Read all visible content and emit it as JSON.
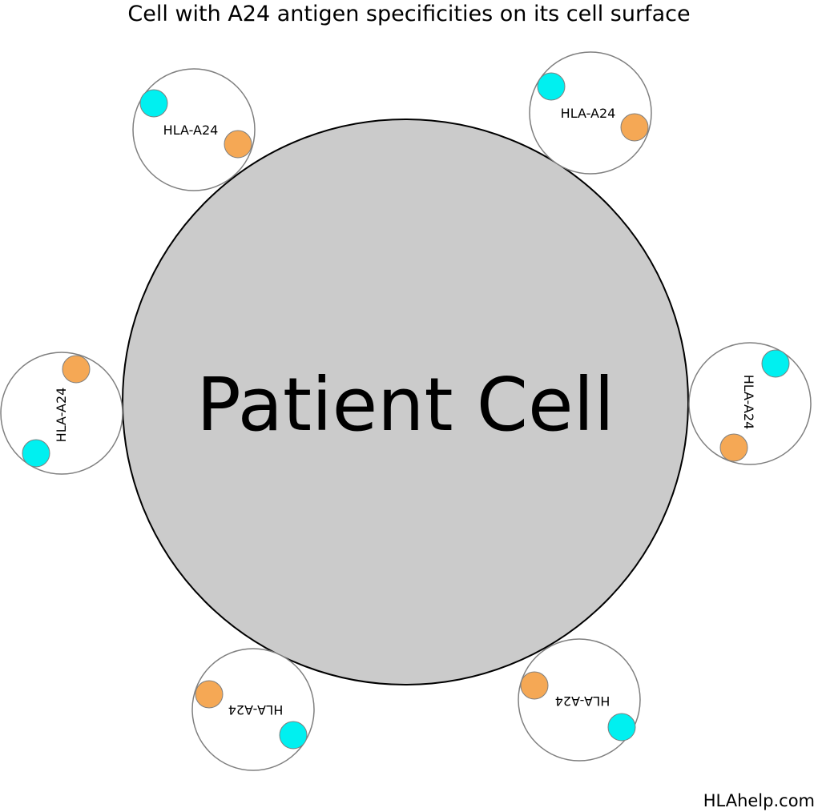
{
  "title": "Cell with A24 antigen specificities on its cell surface",
  "patient_cell": {
    "label": "Patient Cell",
    "fill": "#cbcbcb",
    "stroke": "#000000"
  },
  "antigen_molecules": [
    {
      "label": "HLA-A24",
      "orientation": "upright"
    },
    {
      "label": "HLA-A24",
      "orientation": "upright"
    },
    {
      "label": "HLA-A24",
      "orientation": "rotated-left"
    },
    {
      "label": "HLA-A24",
      "orientation": "rotated-right"
    },
    {
      "label": "HLA-A24",
      "orientation": "upside-down"
    },
    {
      "label": "HLA-A24",
      "orientation": "upside-down"
    }
  ],
  "colors": {
    "ring_stroke": "#7f7f7f",
    "cyan_dot": "#00f0f0",
    "orange_dot": "#f5a855"
  },
  "credit": "HLAhelp.com"
}
